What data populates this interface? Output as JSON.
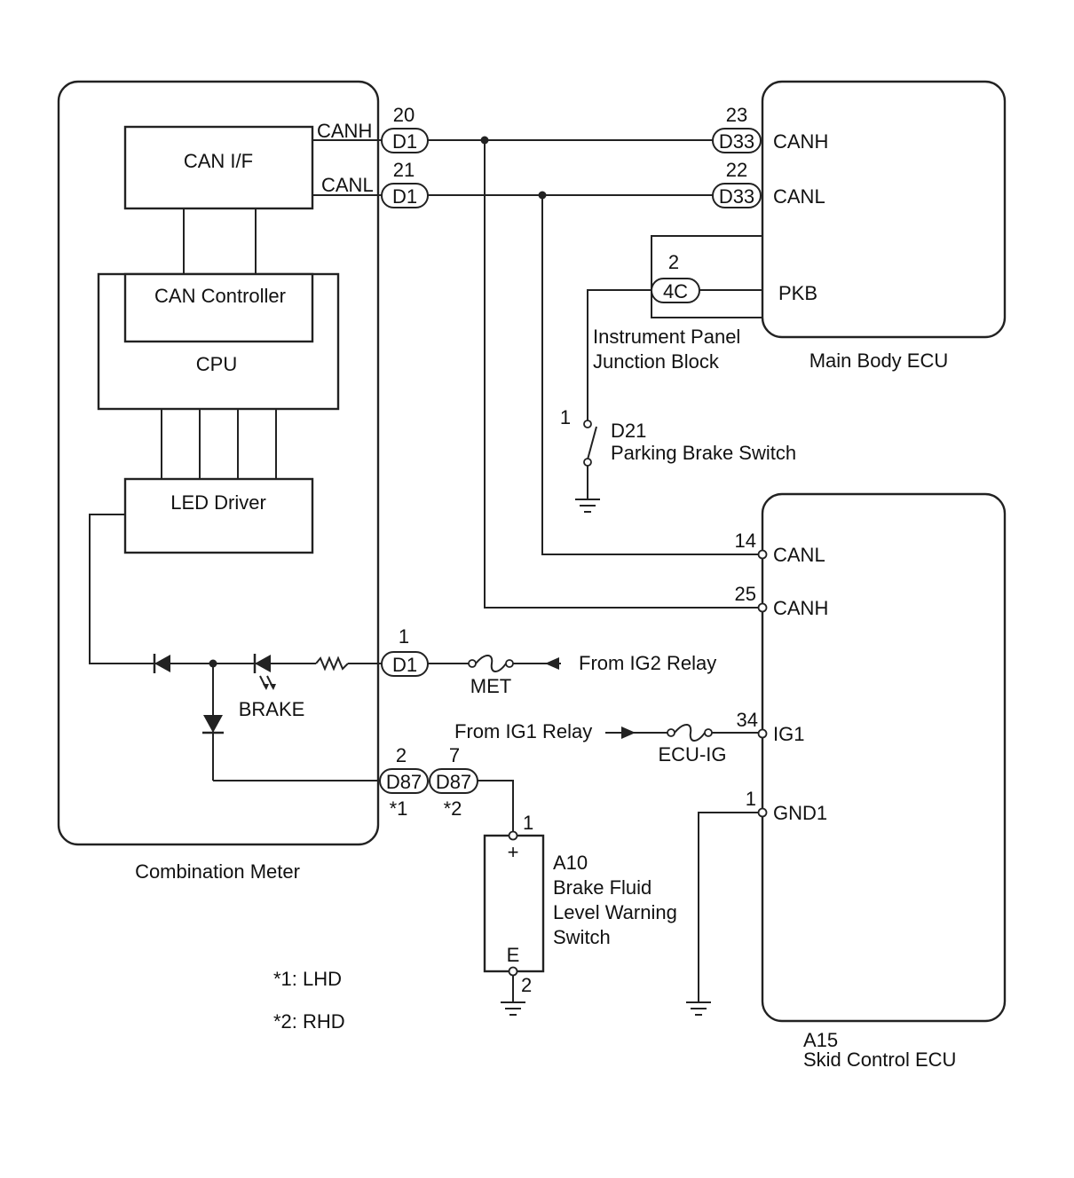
{
  "components": {
    "combination_meter": {
      "label": "Combination Meter"
    },
    "can_if": {
      "label": "CAN I/F"
    },
    "can_controller": {
      "label": "CAN Controller"
    },
    "cpu": {
      "label": "CPU"
    },
    "led_driver": {
      "label": "LED Driver"
    },
    "brake_led": {
      "label": "BRAKE"
    },
    "main_body_ecu": {
      "label": "Main Body ECU",
      "pins": {
        "canh": "CANH",
        "canl": "CANL",
        "pkb": "PKB"
      }
    },
    "junction_block": {
      "line1": "Instrument Panel",
      "line2": "Junction Block"
    },
    "parking_brake_switch": {
      "code": "D21",
      "name": "Parking Brake Switch",
      "pin": "1"
    },
    "skid_control_ecu": {
      "code": "A15",
      "name": "Skid Control ECU",
      "pins": {
        "canl": "CANL",
        "canh": "CANH",
        "ig1": "IG1",
        "gnd1": "GND1"
      }
    },
    "brake_fluid_switch": {
      "code": "A10",
      "line1": "Brake Fluid",
      "line2": "Level Warning",
      "line3": "Switch",
      "plus": "+",
      "e": "E",
      "pin_top": "1",
      "pin_bottom": "2"
    }
  },
  "meter_signals": {
    "canh": "CANH",
    "canl": "CANL"
  },
  "connectors": {
    "d1_canh": {
      "id": "D1",
      "pin": "20"
    },
    "d1_canl": {
      "id": "D1",
      "pin": "21"
    },
    "d1_ig": {
      "id": "D1",
      "pin": "1"
    },
    "d33_canh": {
      "id": "D33",
      "pin": "23"
    },
    "d33_canl": {
      "id": "D33",
      "pin": "22"
    },
    "jb_4c": {
      "id": "4C",
      "pin": "2"
    },
    "d87_lhd": {
      "id": "D87",
      "pin": "2",
      "note": "*1"
    },
    "d87_rhd": {
      "id": "D87",
      "pin": "7",
      "note": "*2"
    }
  },
  "skid_pins": {
    "canl": "14",
    "canh": "25",
    "ig1": "34",
    "gnd1": "1"
  },
  "fuses": {
    "met": "MET",
    "ecu_ig": "ECU-IG"
  },
  "sources": {
    "ig2": "From IG2 Relay",
    "ig1": "From IG1 Relay"
  },
  "notes": {
    "lhd": "*1: LHD",
    "rhd": "*2: RHD"
  }
}
